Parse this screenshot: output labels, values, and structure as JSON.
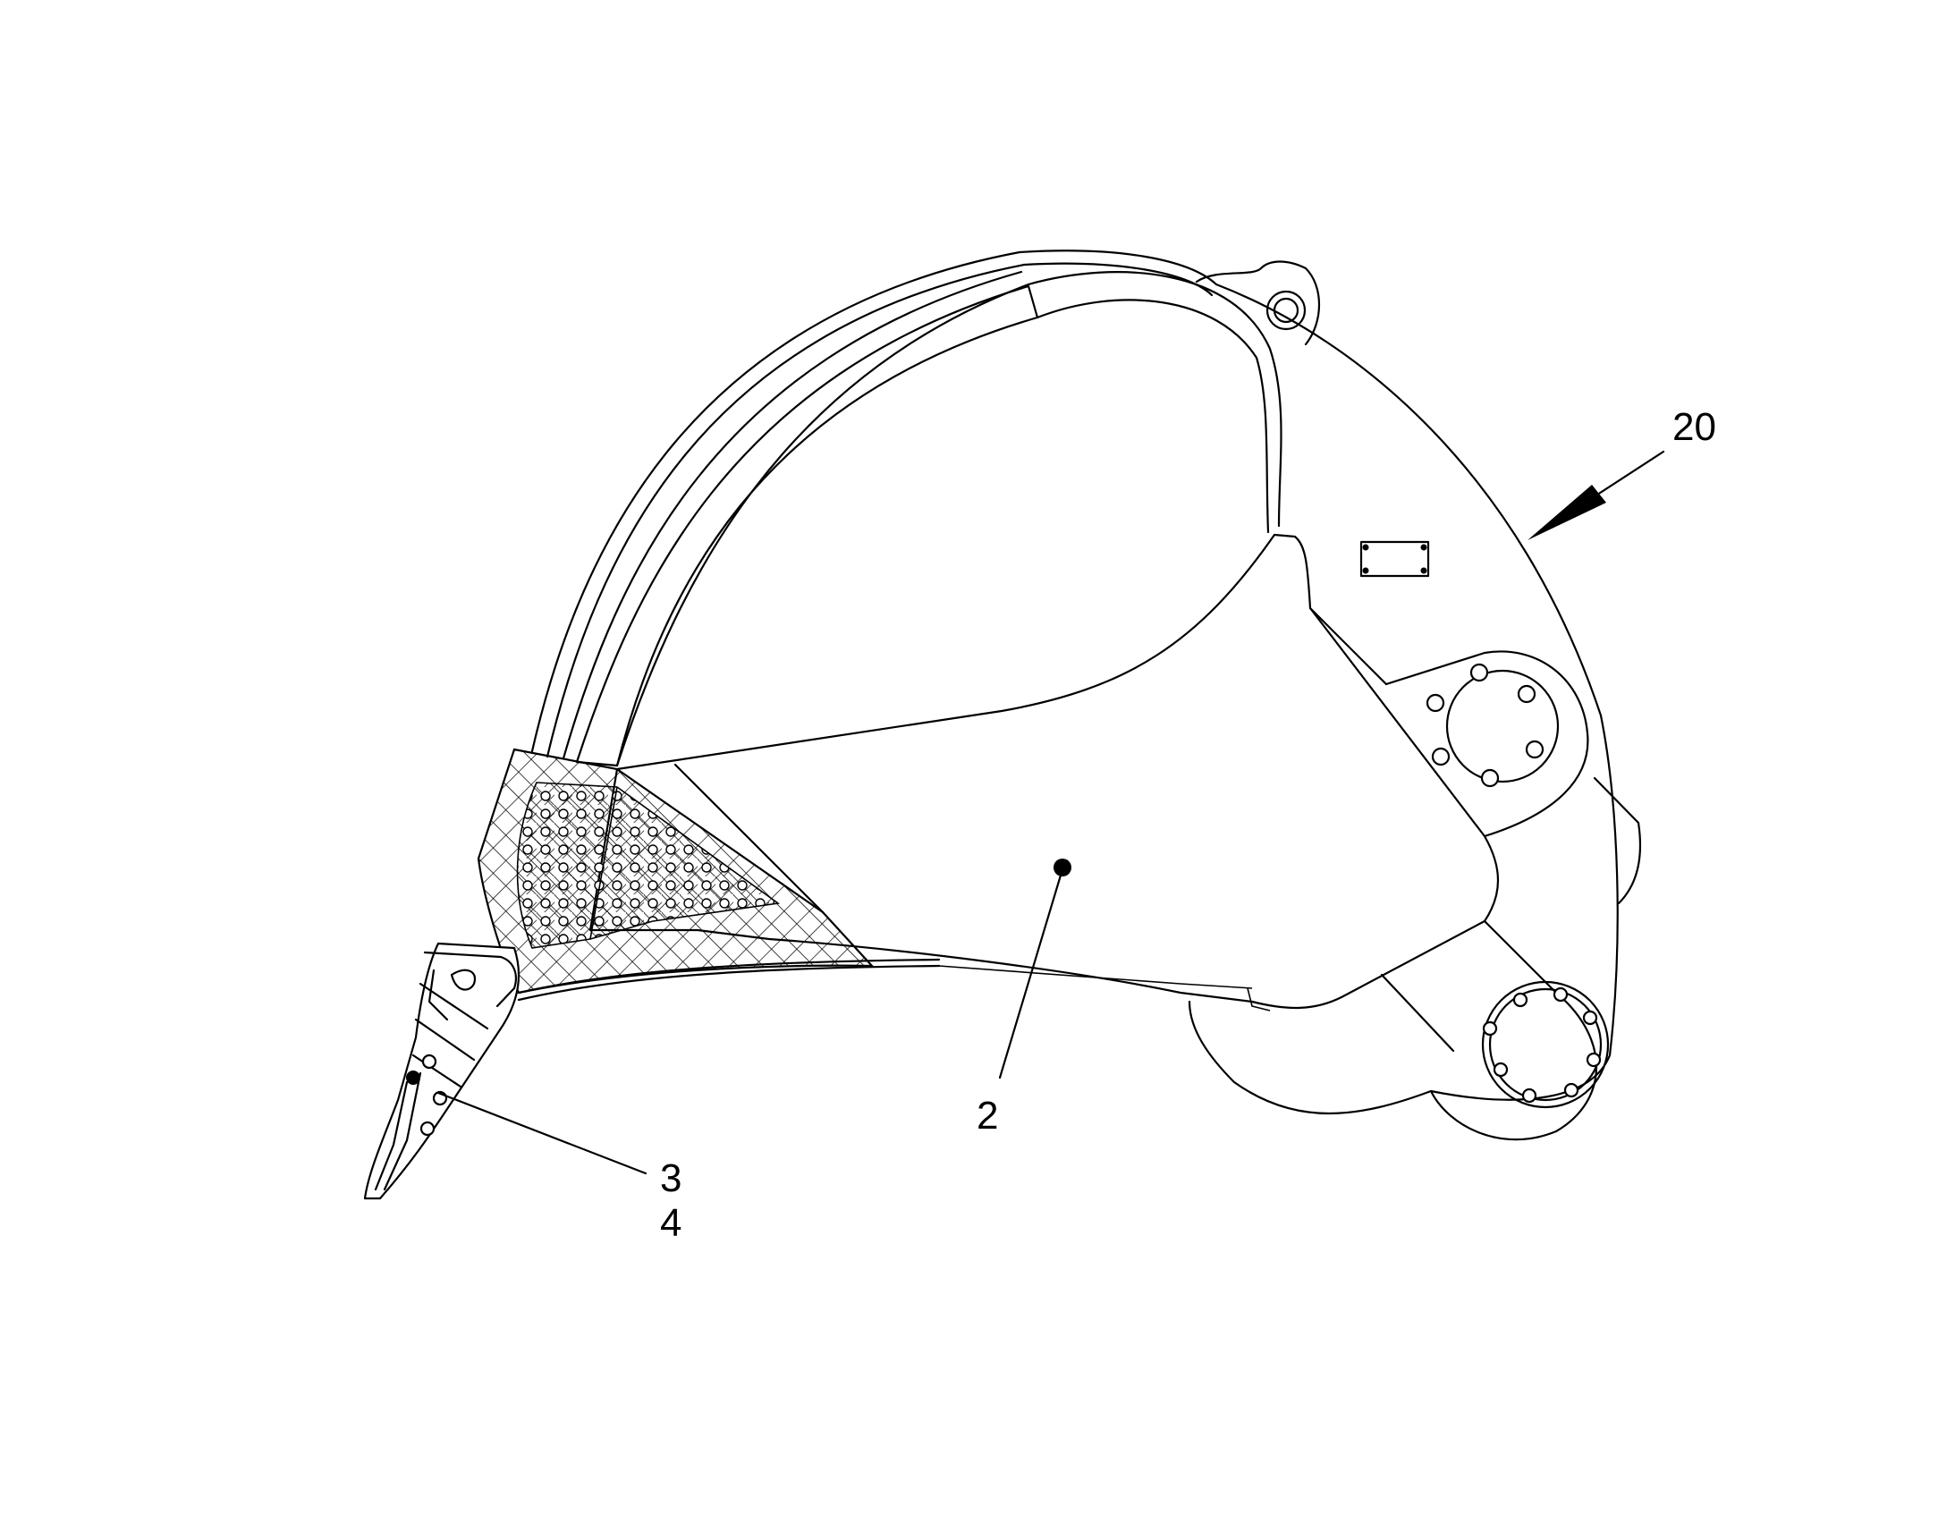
{
  "labels": {
    "bucket_assembly": "20",
    "bucket_body": "2",
    "tooth": "3",
    "adapter": "4"
  },
  "colors": {
    "line": "#000000",
    "background": "#ffffff"
  }
}
